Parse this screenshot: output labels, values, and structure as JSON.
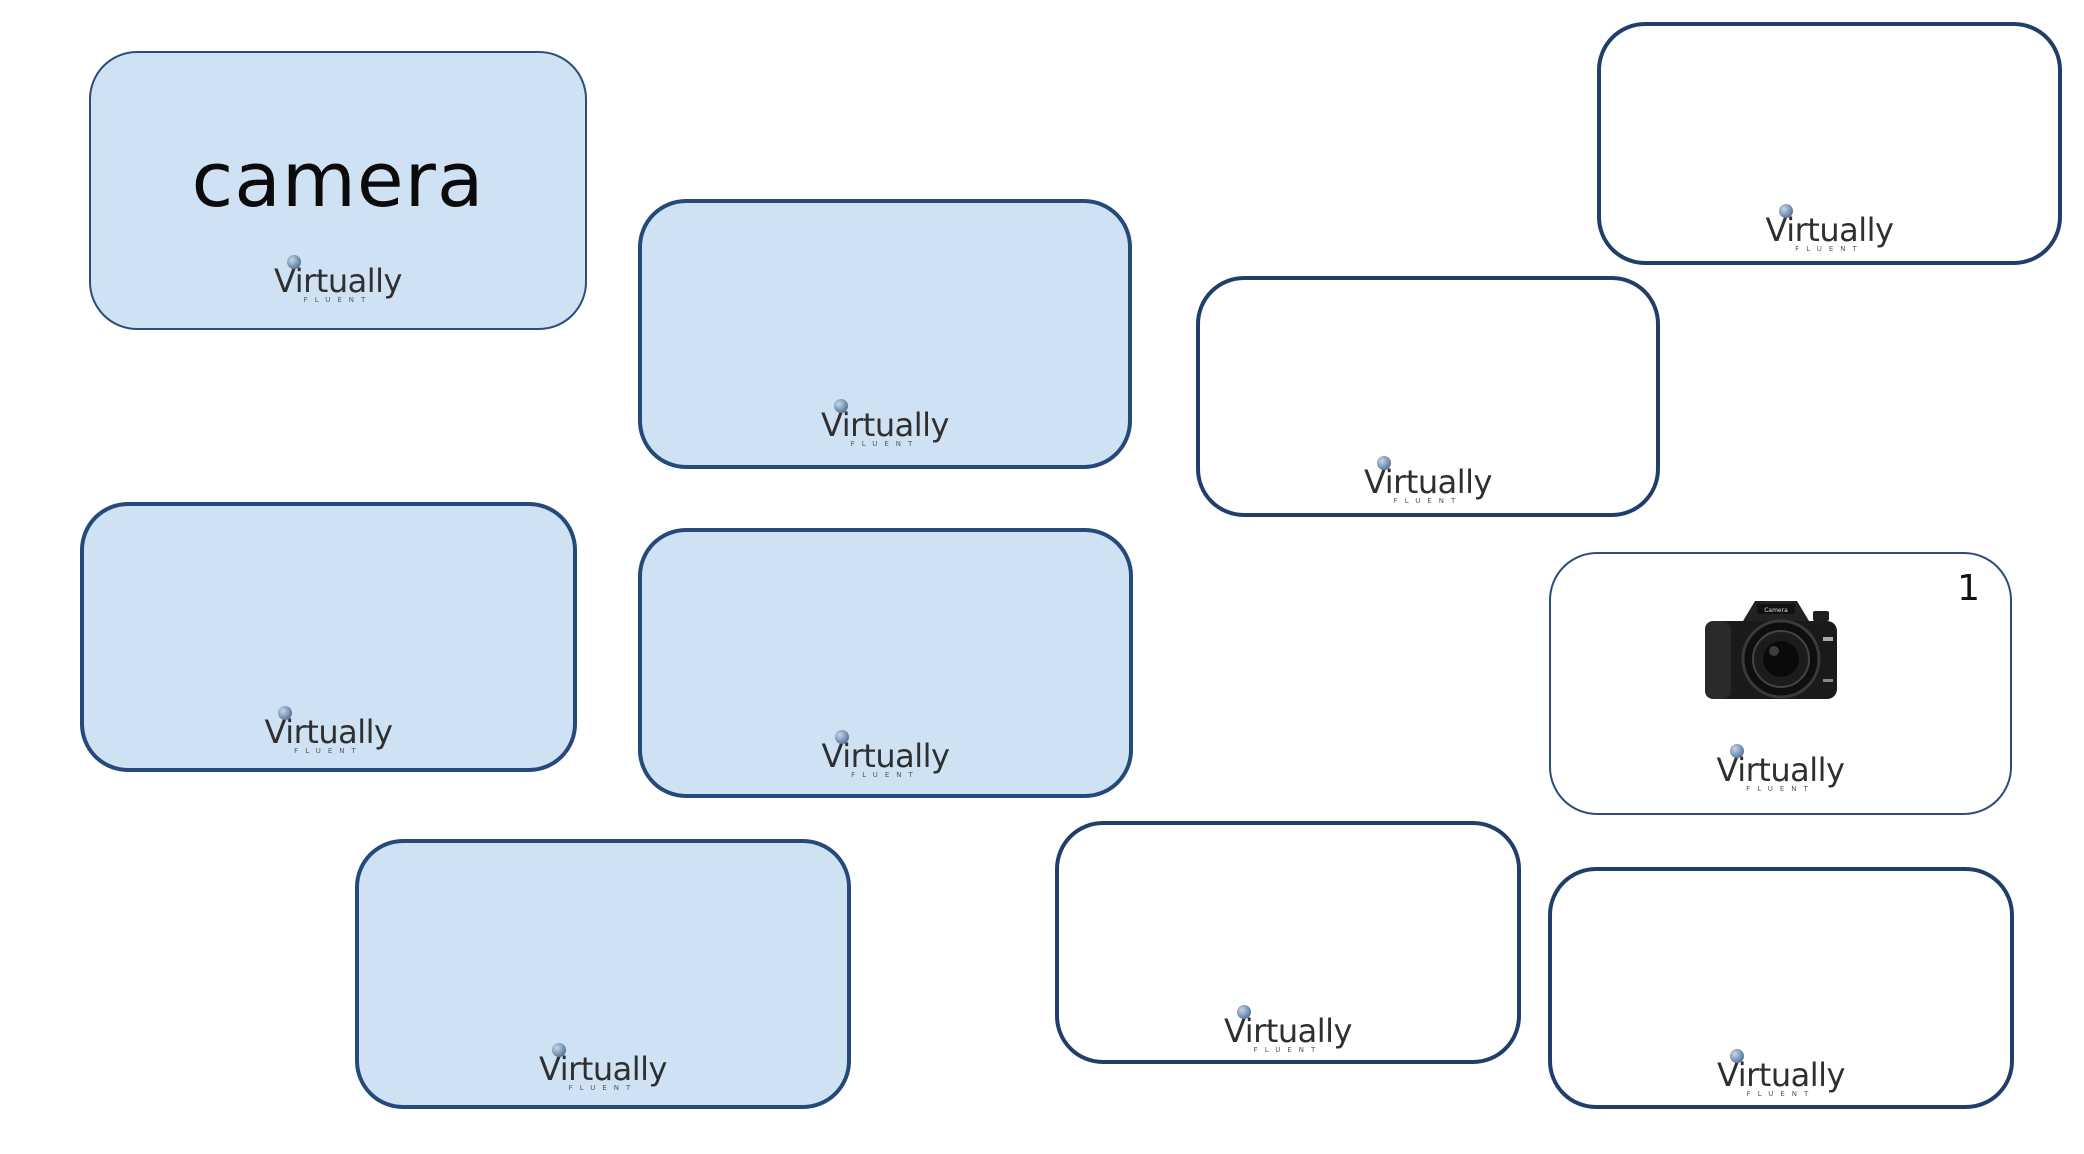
{
  "cards": {
    "c1": {
      "word": "camera",
      "logo": "Virtually",
      "tag": "FLUENT"
    },
    "c2": {
      "logo": "Virtually",
      "tag": "FLUENT"
    },
    "c3": {
      "logo": "Virtually",
      "tag": "FLUENT"
    },
    "c4": {
      "logo": "Virtually",
      "tag": "FLUENT"
    },
    "c5": {
      "logo": "Virtually",
      "tag": "FLUENT"
    },
    "c6": {
      "logo": "Virtually",
      "tag": "FLUENT"
    },
    "c7": {
      "logo": "Virtually",
      "tag": "FLUENT"
    },
    "c8": {
      "number": "1",
      "image_label": "Camera",
      "logo": "Virtually",
      "tag": "FLUENT"
    },
    "c9": {
      "logo": "Virtually",
      "tag": "FLUENT"
    },
    "c10": {
      "logo": "Virtually",
      "tag": "FLUENT"
    }
  },
  "colors": {
    "card_face_down": "#cfe2f3",
    "card_face_up": "#ffffff",
    "card_border": "#1f3f6a"
  },
  "icons": [
    "globe-icon",
    "camera-icon"
  ]
}
